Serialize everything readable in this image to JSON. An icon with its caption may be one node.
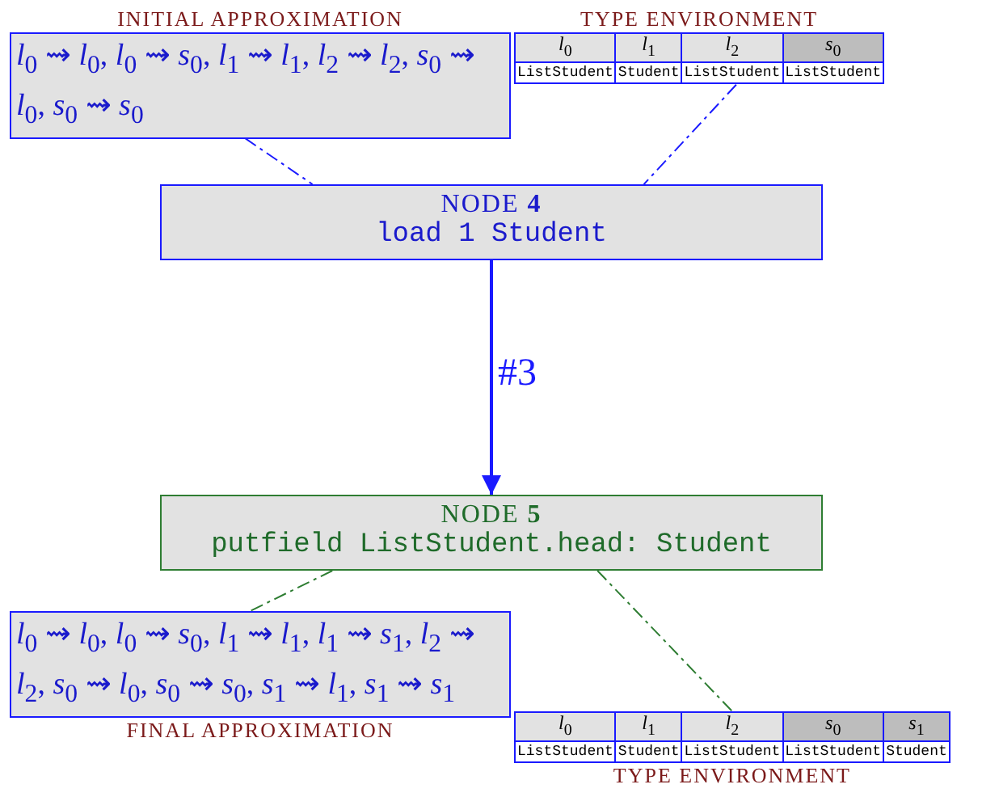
{
  "diagram": {
    "nodes": [
      {
        "text": [
          "INITIAL APPROXIMATION",
          "*l*$_{0}$ ⇝ *l*$_{0}$, *l*$_{0}$ ⇝ *s*$_{0}$, *l*$_{1}$ ⇝ *l*$_{1}$, *l*$_{2}$ ⇝ *l*$_{2}$, *s*$_{0}$ ⇝ *l*$_{0}$, *s*$_{0}$ ⇝ *s*$_{0}$"
        ]
      },
      {
        "text": [
          "TYPE ENVIRONMENT",
          "*l*$_{0}$",
          "*l*$_{1}$",
          "*l*$_{2}$",
          "*s*$_{0}$",
          "ListStudent",
          "Student",
          "ListStudent",
          "ListStudent"
        ]
      },
      {
        "text": [
          "NODE **4**",
          "load 1 Student"
        ]
      },
      {
        "text": [
          "NODE **5**",
          "putfield ListStudent.head: Student"
        ]
      },
      {
        "text": [
          "*l*$_{0}$ ⇝ *l*$_{0}$, *l*$_{0}$ ⇝ *s*$_{0}$, *l*$_{1}$ ⇝ *l*$_{1}$, *l*$_{1}$ ⇝ *s*$_{1}$, *l*$_{2}$ ⇝ *l*$_{2}$, *s*$_{0}$ ⇝ *l*$_{0}$, *s*$_{0}$ ⇝ *s*$_{0}$, *s*$_{1}$ ⇝ *l*$_{1}$, *s*$_{1}$ ⇝ *s*$_{1}$",
          "FINAL APPROXIMATION"
        ]
      },
      {
        "text": [
          "*l*$_{0}$",
          "*l*$_{1}$",
          "*l*$_{2}$",
          "*s*$_{0}$",
          "*s*$_{1}$",
          "ListStudent",
          "Student",
          "ListStudent",
          "ListStudent",
          "Student",
          "TYPE ENVIRONMENT"
        ]
      }
    ],
    "edges": [
      {
        "from": 0,
        "to": 2,
        "arrow": "none",
        "style": "dashed"
      },
      {
        "from": 1,
        "to": 2,
        "arrow": "none",
        "style": "dashed"
      },
      {
        "from": 2,
        "to": 3,
        "arrow": "to",
        "label": "#3"
      },
      {
        "from": 3,
        "to": 4,
        "arrow": "none",
        "style": "dashed",
        "color": "#2e7d32"
      },
      {
        "from": 3,
        "to": 5,
        "arrow": "none",
        "style": "dashed",
        "color": "#2e7d32"
      }
    ]
  }
}
